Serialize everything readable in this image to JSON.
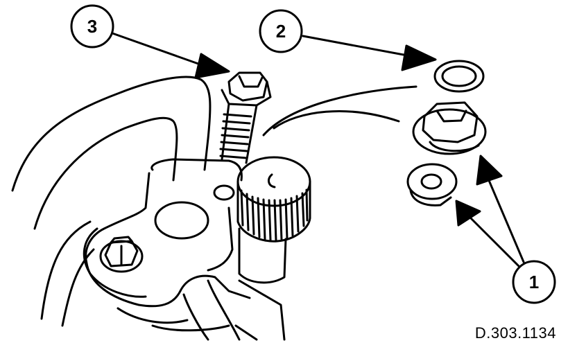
{
  "figure": {
    "reference": "D.303.1134",
    "callouts": [
      {
        "id": "callout-1",
        "label": "1"
      },
      {
        "id": "callout-2",
        "label": "2"
      },
      {
        "id": "callout-3",
        "label": "3"
      }
    ]
  },
  "colors": {
    "ink": "#000000",
    "paper": "#ffffff"
  }
}
